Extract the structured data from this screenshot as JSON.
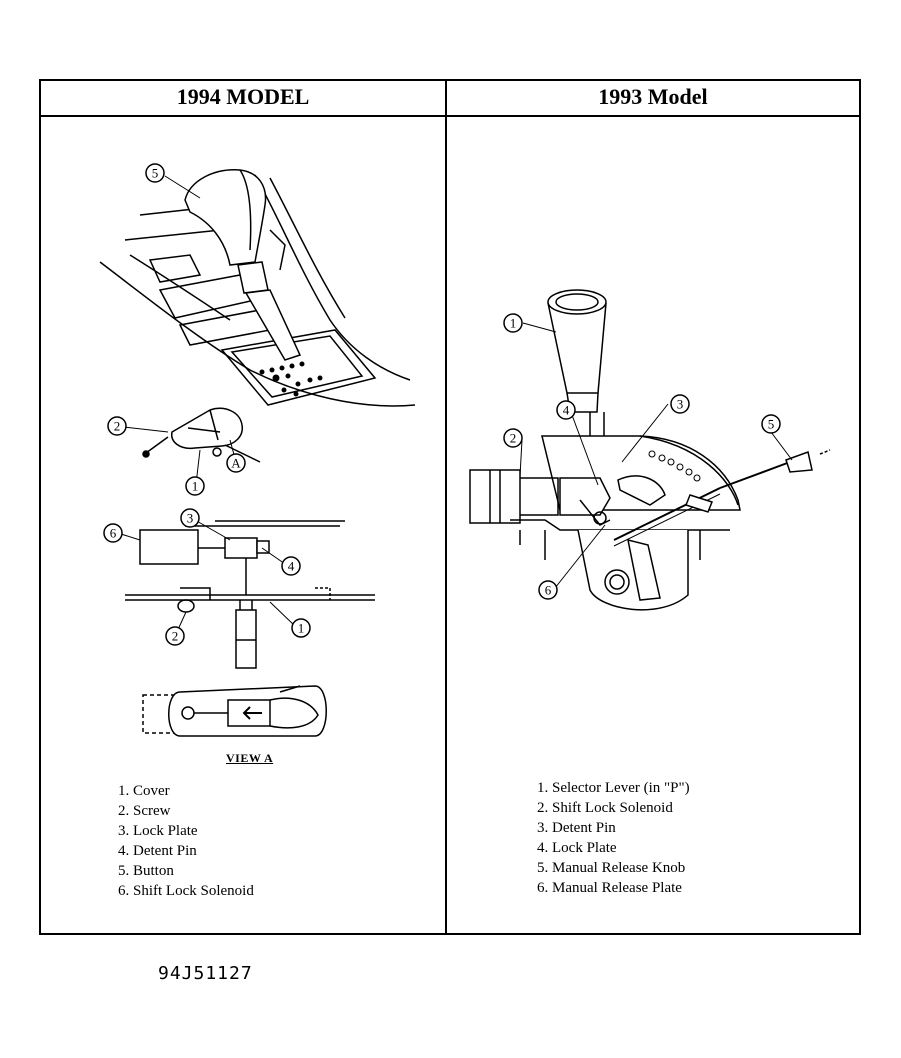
{
  "panels": {
    "left": {
      "title": "1994 MODEL",
      "view_label": "VIEW A",
      "callouts": [
        "5",
        "2",
        "A",
        "1",
        "3",
        "6",
        "4",
        "2",
        "1"
      ],
      "legend": [
        "1. Cover",
        "2. Screw",
        "3. Lock Plate",
        "4. Detent Pin",
        "5. Button",
        "6. Shift Lock Solenoid"
      ]
    },
    "right": {
      "title": "1993 Model",
      "callouts": [
        "1",
        "4",
        "3",
        "2",
        "5",
        "6"
      ],
      "legend": [
        "1. Selector Lever (in \"P\")",
        "2. Shift Lock Solenoid",
        "3. Detent Pin",
        "4. Lock Plate",
        "5. Manual Release Knob",
        "6. Manual Release Plate"
      ]
    }
  },
  "figure_id": "94J51127"
}
